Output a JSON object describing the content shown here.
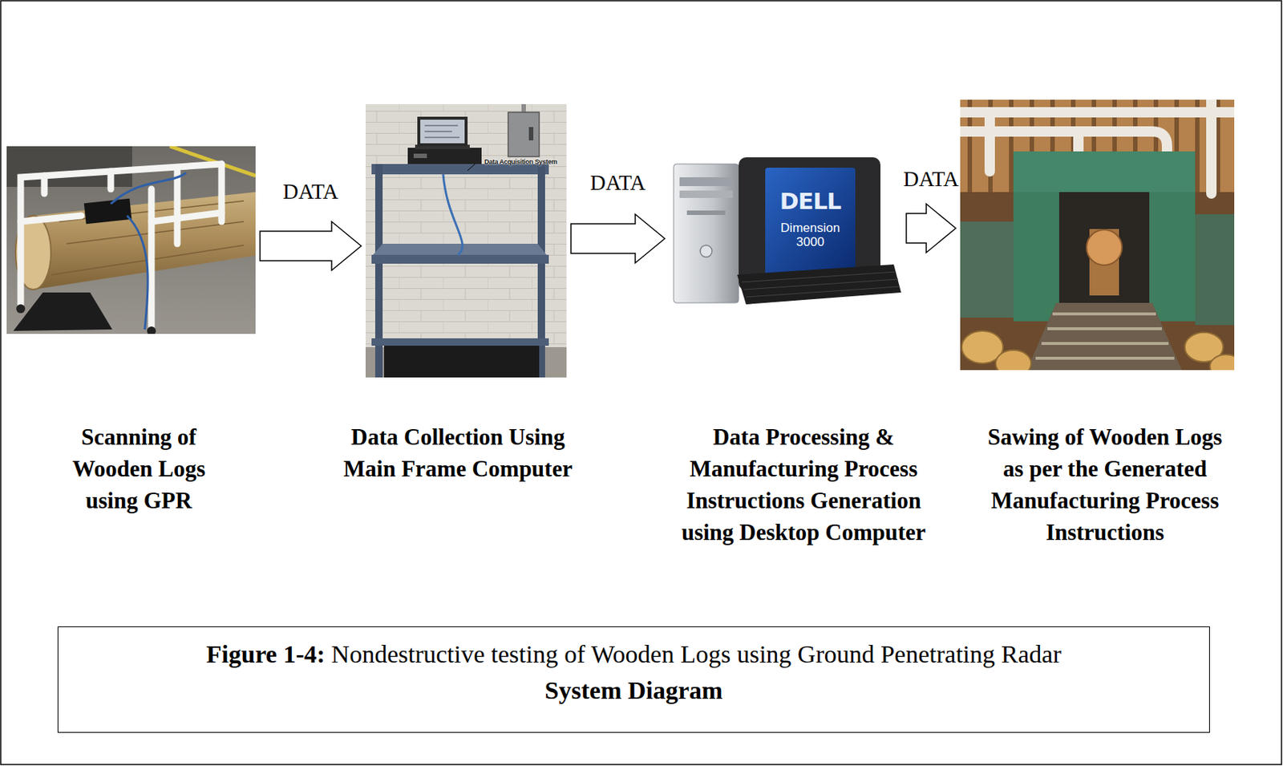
{
  "diagram": {
    "caption": "Figure 1-4: Nondestructive testing of Wooden Logs using Ground Penetrating Radar System Diagram",
    "nodes": [
      {
        "text": [
          "Scanning of Wooden Logs using GPR"
        ]
      },
      {
        "text": [
          "Data Collection Using Main Frame Computer"
        ]
      },
      {
        "text": [
          "Data Processing & Manufacturing Process Instructions Generation using Desktop Computer"
        ]
      },
      {
        "text": [
          "Sawing of Wooden Logs as per the Generated Manufacturing Process Instructions"
        ]
      }
    ],
    "edges": [
      {
        "from": 0,
        "to": 1,
        "arrow": "to",
        "label": "DATA"
      },
      {
        "from": 1,
        "to": 2,
        "arrow": "to",
        "label": "DATA"
      },
      {
        "from": 2,
        "to": 3,
        "arrow": "to",
        "label": "DATA"
      }
    ],
    "labels": [
      "Data Acquisition System",
      "DELL",
      "Dimension 3000"
    ]
  }
}
